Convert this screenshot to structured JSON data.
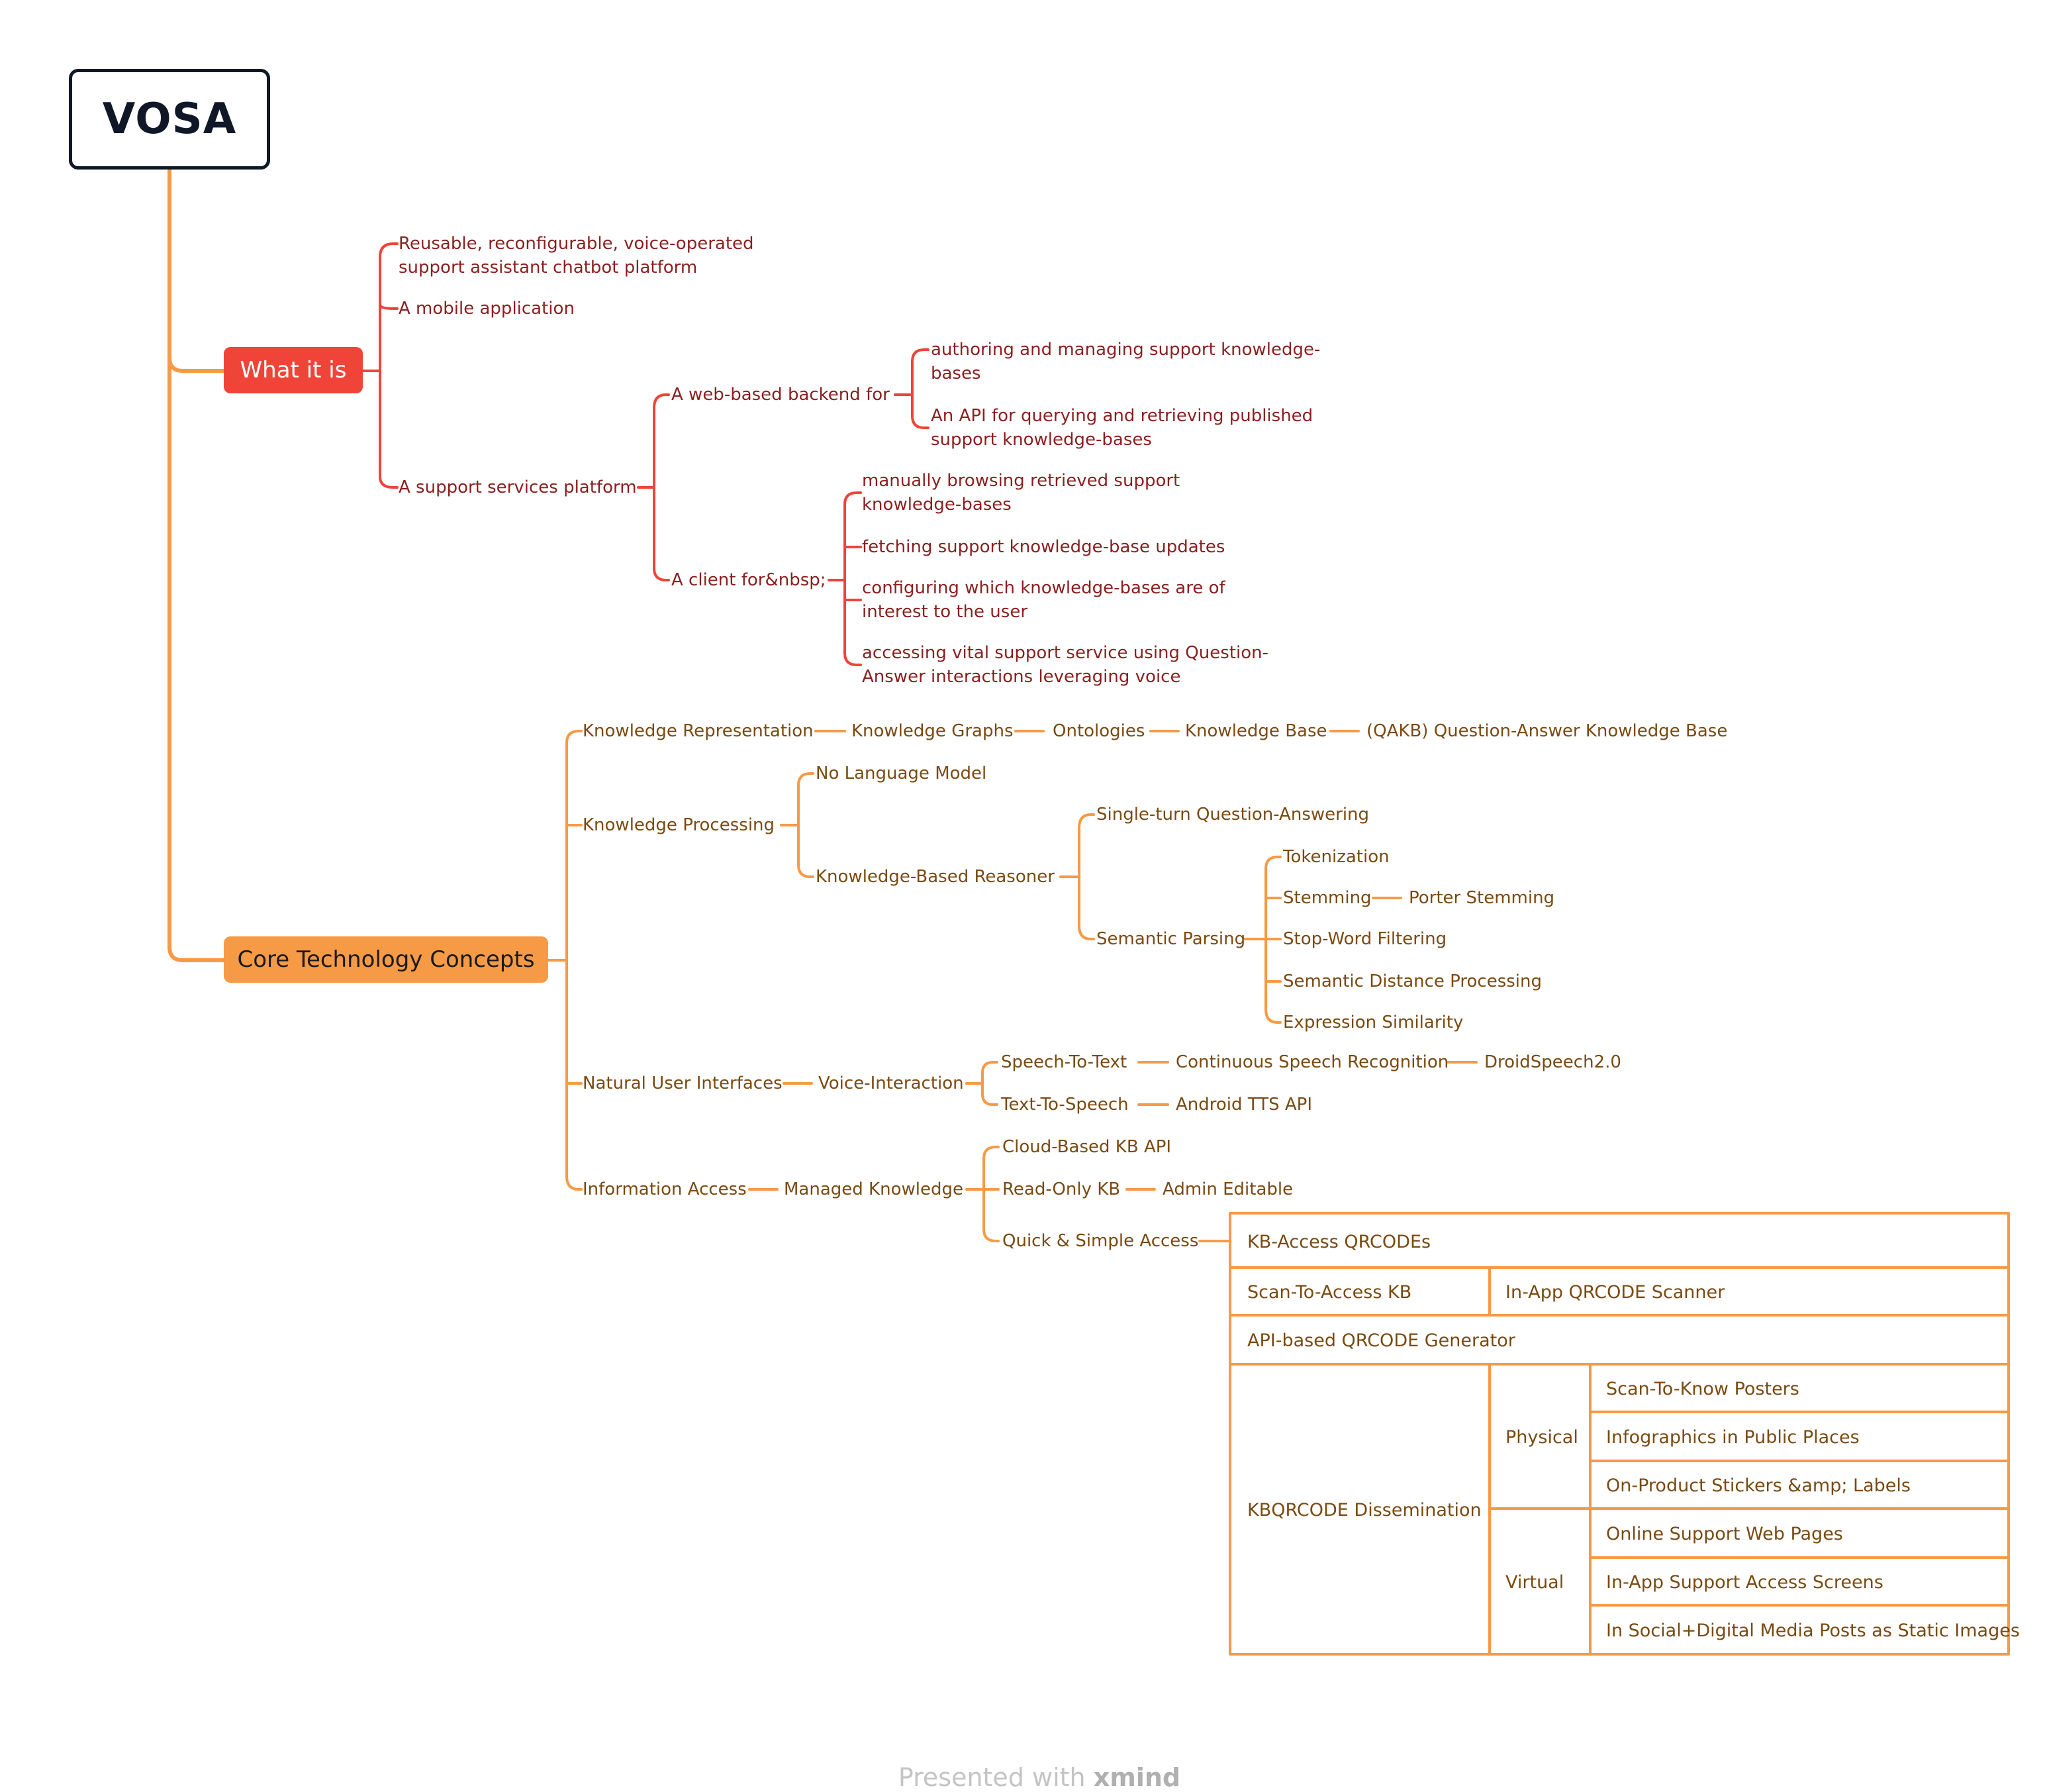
{
  "root": {
    "title": "VOSA"
  },
  "what": {
    "label": "What it is",
    "reusable": "Reusable, reconfigurable, voice-operated support assistant chatbot platform",
    "mobile": "A mobile application",
    "platform": "A support services platform",
    "webBackend": "A web-based backend for",
    "authoring": "authoring and managing support knowledge-bases",
    "api": "An API for querying and retrieving published support knowledge-bases",
    "client": "A client for&nbsp;",
    "browsing": "manually browsing retrieved support knowledge-bases",
    "fetching": "fetching support knowledge-base updates",
    "configuring": "configuring which knowledge-bases are of interest to the user",
    "accessing": "accessing vital support service using Question-Answer interactions leveraging voice"
  },
  "core": {
    "label": "Core Technology Concepts",
    "kr": "Knowledge Representation",
    "graphs": "Knowledge Graphs",
    "ontologies": "Ontologies",
    "kbase": "Knowledge Base",
    "qakb": "(QAKB) Question-Answer Knowledge Base",
    "kp": "Knowledge Processing",
    "noLm": "No Language Model",
    "kbr": "Knowledge-Based Reasoner",
    "singleTurn": "Single-turn Question-Answering",
    "semParsing": "Semantic Parsing",
    "tokenization": "Tokenization",
    "stemming": "Stemming",
    "porter": "Porter Stemming",
    "stopWord": "Stop-Word Filtering",
    "semDistance": "Semantic Distance Processing",
    "exprSim": "Expression Similarity",
    "nui": "Natural User Interfaces",
    "voice": "Voice-Interaction",
    "stt": "Speech-To-Text",
    "csr": "Continuous Speech Recognition",
    "droid": "DroidSpeech2.0",
    "tts": "Text-To-Speech",
    "androidTts": "Android TTS API",
    "ia": "Information Access",
    "managed": "Managed Knowledge",
    "cloudKb": "Cloud-Based KB API",
    "readOnly": "Read-Only KB",
    "admin": "Admin Editable",
    "quick": "Quick & Simple Access"
  },
  "table": {
    "header": "KB-Access QRCODEs",
    "scanAccess": "Scan-To-Access KB",
    "inAppScanner": "In-App QRCODE Scanner",
    "apiGen": "API-based QRCODE Generator",
    "dissemination": "KBQRCODE Dissemination",
    "physical": "Physical",
    "virtual": "Virtual",
    "posters": "Scan-To-Know Posters",
    "infographics": "Infographics in Public Places",
    "stickers": "On-Product Stickers &amp; Labels",
    "webPages": "Online Support Web Pages",
    "screens": "In-App Support Access Screens",
    "social": "In Social+Digital Media Posts as Static Images"
  },
  "footer": {
    "prefix": "Presented with",
    "brand": "xmind"
  },
  "colors": {
    "red": "#f04438",
    "orange": "#f79a46",
    "redText": "#8b1f1f",
    "orangeText": "#7a4a12",
    "root": "#101828"
  }
}
